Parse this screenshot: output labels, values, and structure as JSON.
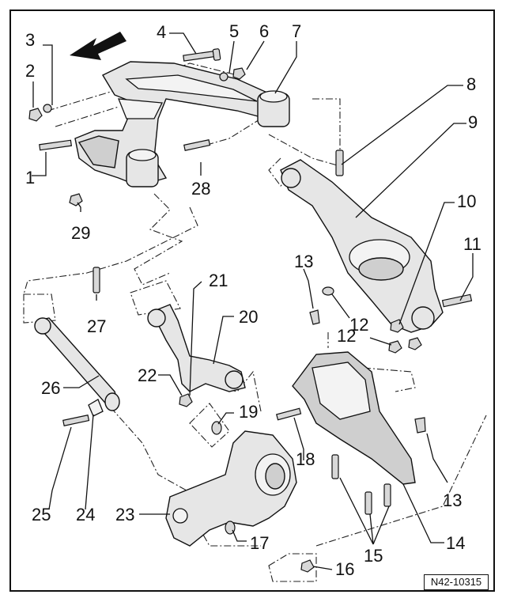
{
  "diagram": {
    "reference_code": "N42-10315",
    "labels": [
      "1",
      "2",
      "3",
      "4",
      "5",
      "6",
      "7",
      "8",
      "9",
      "10",
      "11",
      "12",
      "12",
      "13",
      "13",
      "14",
      "15",
      "16",
      "17",
      "18",
      "19",
      "20",
      "21",
      "22",
      "23",
      "24",
      "25",
      "26",
      "27",
      "28",
      "29"
    ]
  }
}
